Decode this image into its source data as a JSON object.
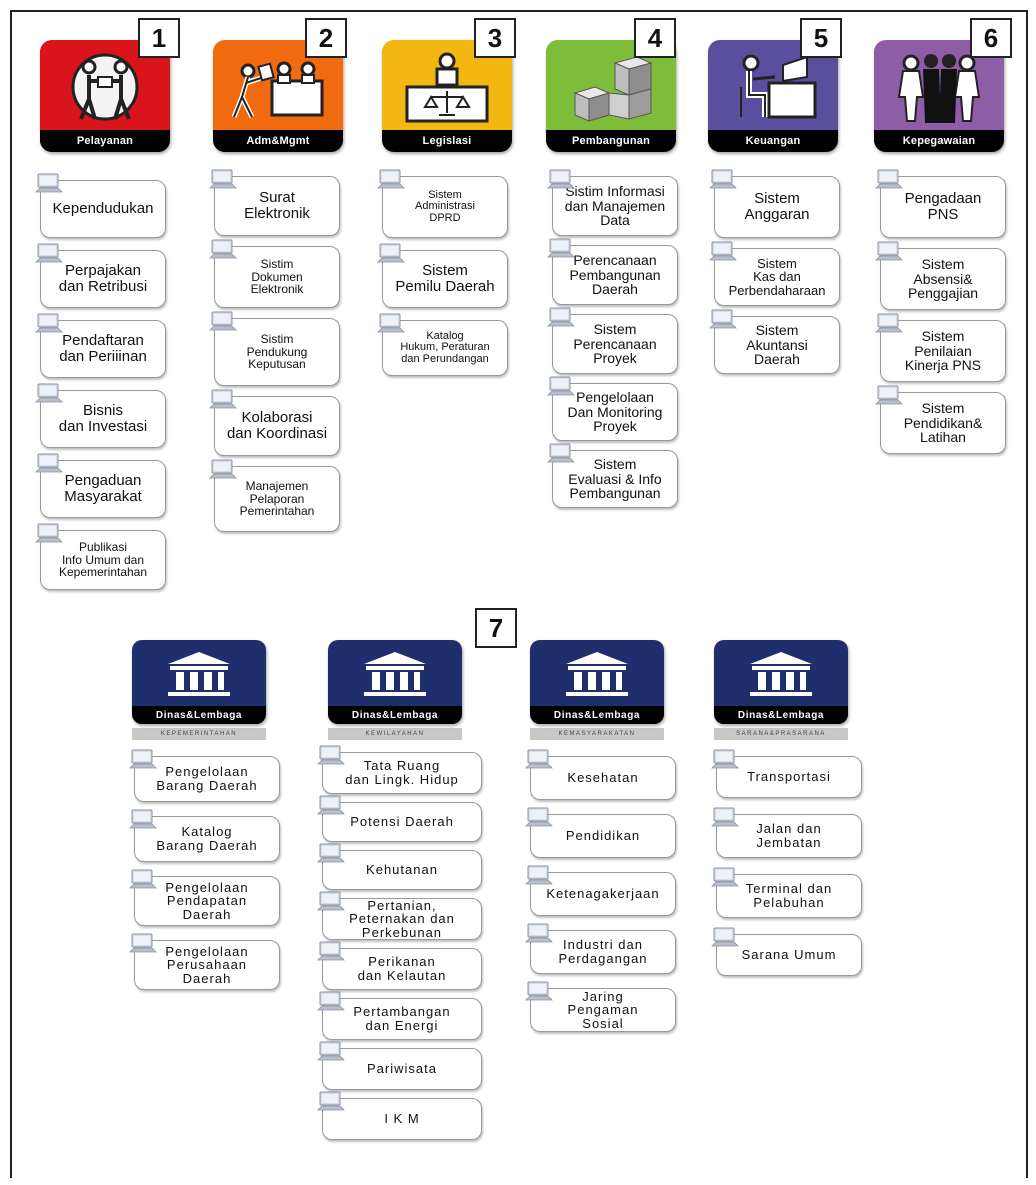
{
  "numbers": [
    "1",
    "2",
    "3",
    "4",
    "5",
    "6",
    "7"
  ],
  "modules": [
    {
      "caption": "Pelayanan",
      "color": "#d9151b",
      "items": [
        "Kependudukan",
        "Perpajakan\ndan Retribusi",
        "Pendaftaran\ndan Periiinan",
        "Bisnis\ndan Investasi",
        "Pengaduan\nMasyarakat",
        "Publikasi\nInfo Umum dan\nKepemerintahan"
      ]
    },
    {
      "caption": "Adm&Mgmt",
      "color": "#f26a10",
      "items": [
        "Surat\nElektronik",
        "Sistim\nDokumen\nElektronik",
        "Sistim\nPendukung\nKeputusan",
        "Kolaborasi\ndan Koordinasi",
        "Manajemen\nPelaporan\nPemerintahan"
      ]
    },
    {
      "caption": "Legislasi",
      "color": "#f3b712",
      "items": [
        "Sistem\nAdministrasi\nDPRD",
        "Sistem\nPemilu Daerah",
        "Katalog\nHukum, Peraturan\ndan Perundangan"
      ]
    },
    {
      "caption": "Pembangunan",
      "color": "#7dbd3a",
      "items": [
        "Sistim Informasi\ndan Manajemen\nData",
        "Perencanaan\nPembangunan\nDaerah",
        "Sistem\nPerencanaan\nProyek",
        "Pengelolaan\nDan Monitoring\nProyek",
        "Sistem\nEvaluasi & Info\nPembangunan"
      ]
    },
    {
      "caption": "Keuangan",
      "color": "#5a4f9e",
      "items": [
        "Sistem\nAnggaran",
        "Sistem\nKas dan\nPerbendaharaan",
        "Sistem\nAkuntansi\nDaerah"
      ]
    },
    {
      "caption": "Kepegawaian",
      "color": "#8f5ca8",
      "items": [
        "Pengadaan\nPNS",
        "Sistem\nAbsensi&\nPenggajian",
        "Sistem\nPenilaian\nKinerja PNS",
        "Sistem\nPendidikan&\nLatihan"
      ]
    }
  ],
  "dinas": [
    {
      "caption": "Dinas&Lembaga",
      "subtitle": "KEPEMERINTAHAN",
      "items": [
        "Pengelolaan\nBarang Daerah",
        "Katalog\nBarang Daerah",
        "Pengelolaan\nPendapatan\nDaerah",
        "Pengelolaan\nPerusahaan\nDaerah"
      ]
    },
    {
      "caption": "Dinas&Lembaga",
      "subtitle": "KEWILAYAHAN",
      "items": [
        "Tata Ruang\ndan Lingk. Hidup",
        "Potensi Daerah",
        "Kehutanan",
        "Pertanian,\nPeternakan dan\nPerkebunan",
        "Perikanan\ndan Kelautan",
        "Pertambangan\ndan Energi",
        "Pariwisata",
        "I K M"
      ]
    },
    {
      "caption": "Dinas&Lembaga",
      "subtitle": "KEMASYARAKATAN",
      "items": [
        "Kesehatan",
        "Pendidikan",
        "Ketenagakerjaan",
        "Industri dan\nPerdagangan",
        "Jaring\nPengaman\nSosial"
      ]
    },
    {
      "caption": "Dinas&Lembaga",
      "subtitle": "SARANA&PRASARANA",
      "items": [
        "Transportasi",
        "Jalan dan\nJembatan",
        "Terminal dan\nPelabuhan",
        "Sarana Umum"
      ]
    }
  ]
}
